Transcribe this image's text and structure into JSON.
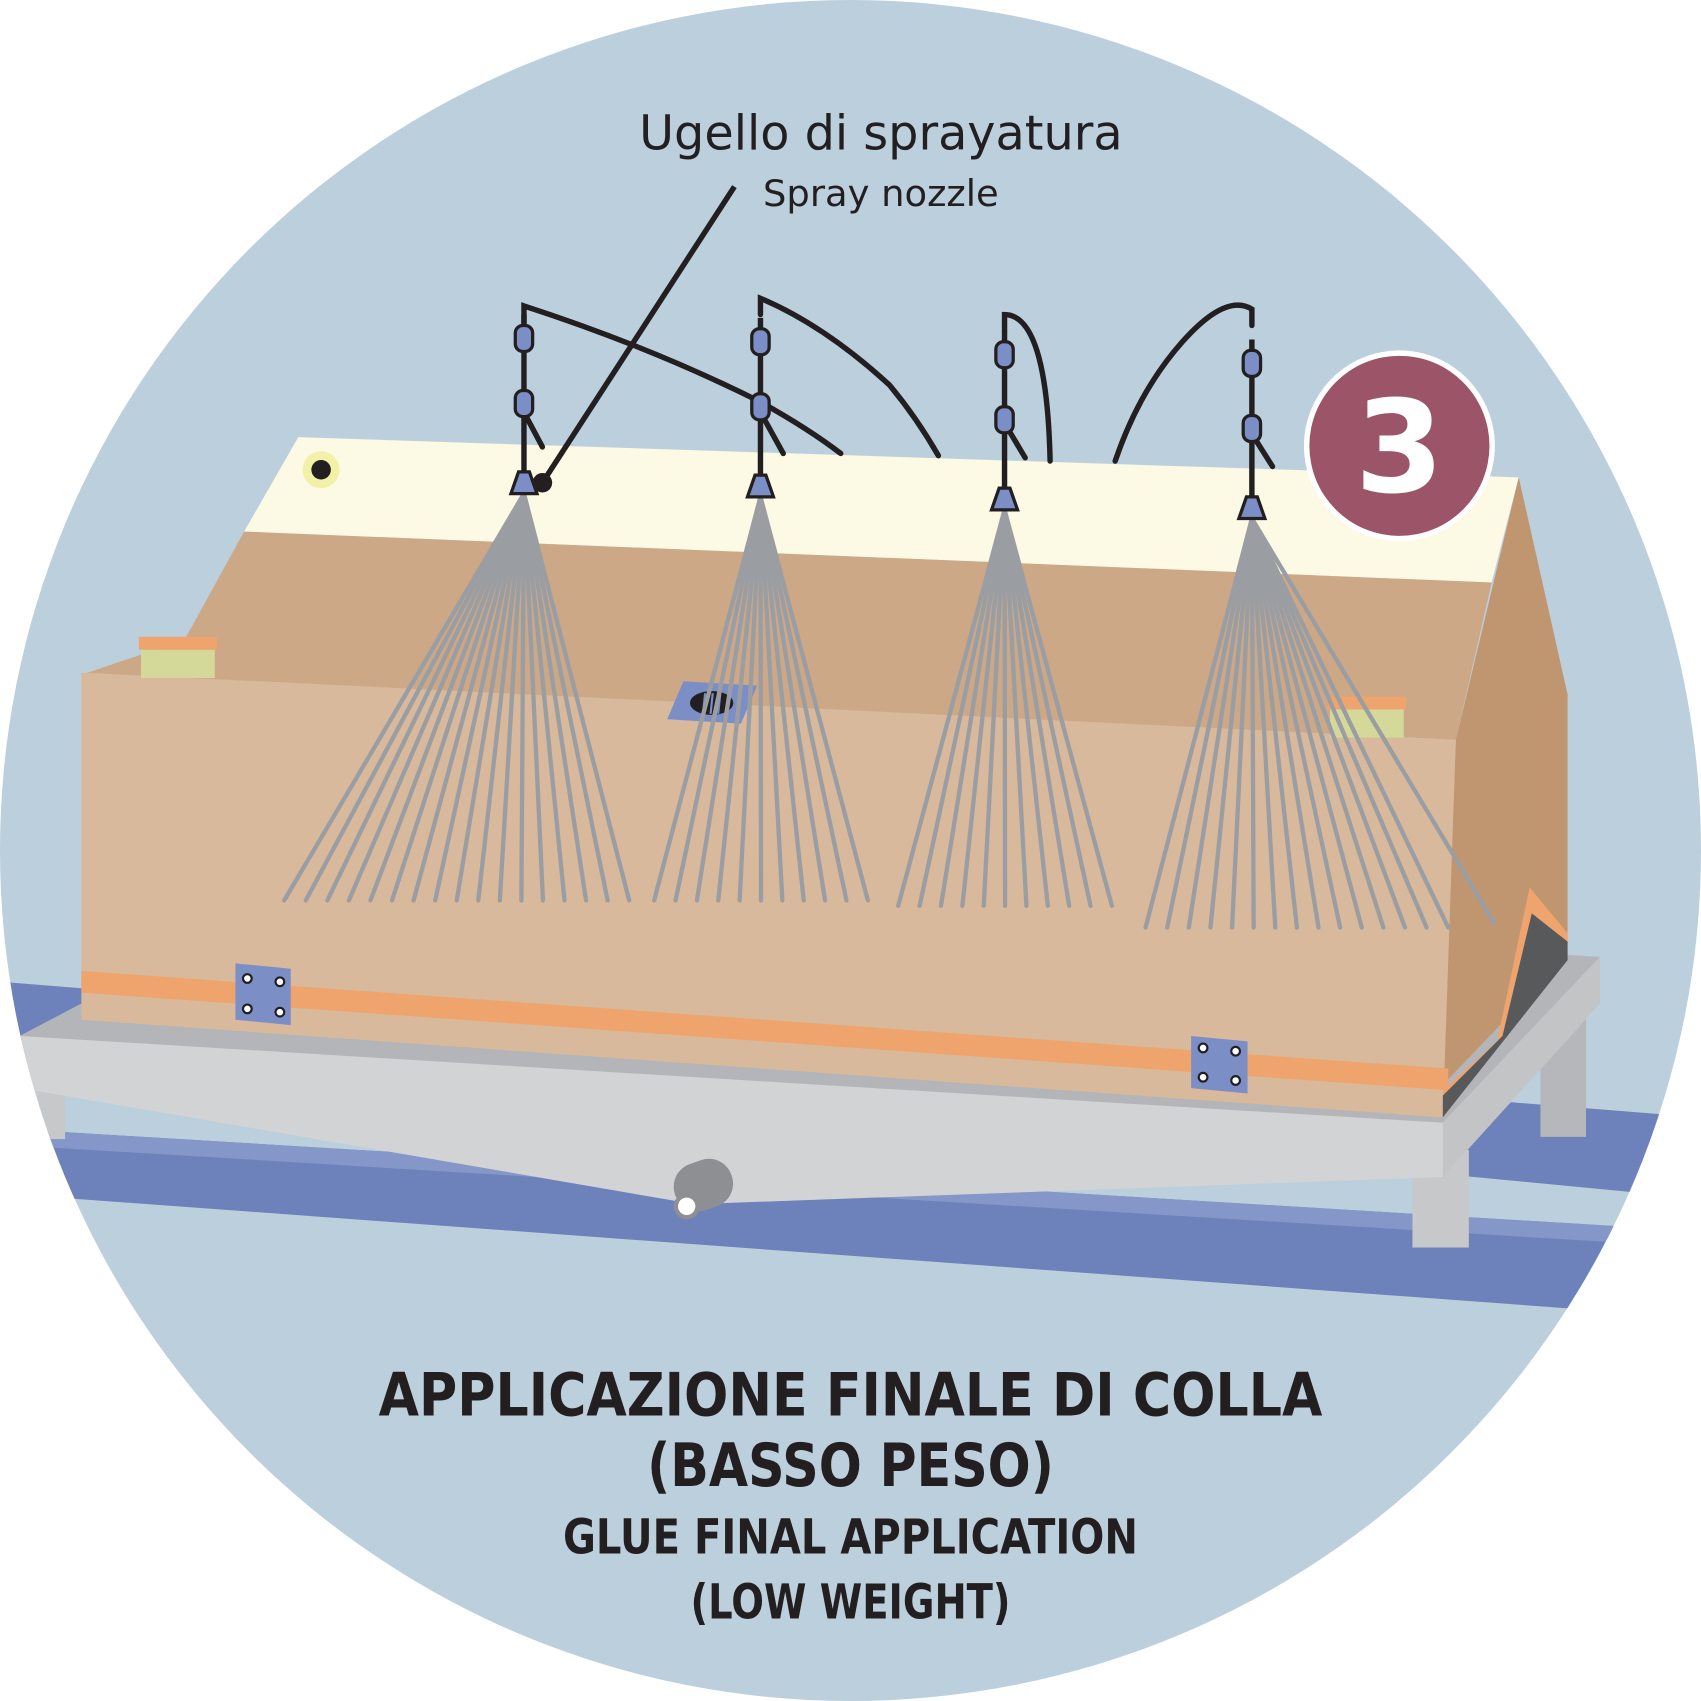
{
  "callout": {
    "label_it": "Ugello di sprayatura",
    "label_en": "Spray nozzle"
  },
  "badge": {
    "number": "3",
    "color": "#9b5468"
  },
  "title": {
    "line1_it": "APPLICAZIONE FINALE DI COLLA",
    "line2_it": "(BASSO PESO)",
    "line1_en": "GLUE FINAL APPLICATION",
    "line2_en": "(LOW WEIGHT)"
  },
  "colors": {
    "background": "#bccfdd",
    "conveyor": "#6d82bb",
    "platform": "#d2d3d5",
    "box_top": "#fcf9e4",
    "box_back": "#cca886",
    "box_front": "#d9b99c",
    "box_side": "#c09670",
    "stripe": "#eea46c",
    "spray": "#9a9ea3",
    "nozzle": "#7b8fc6"
  },
  "nozzles": [
    "nozzle-1",
    "nozzle-2",
    "nozzle-3",
    "nozzle-4"
  ]
}
